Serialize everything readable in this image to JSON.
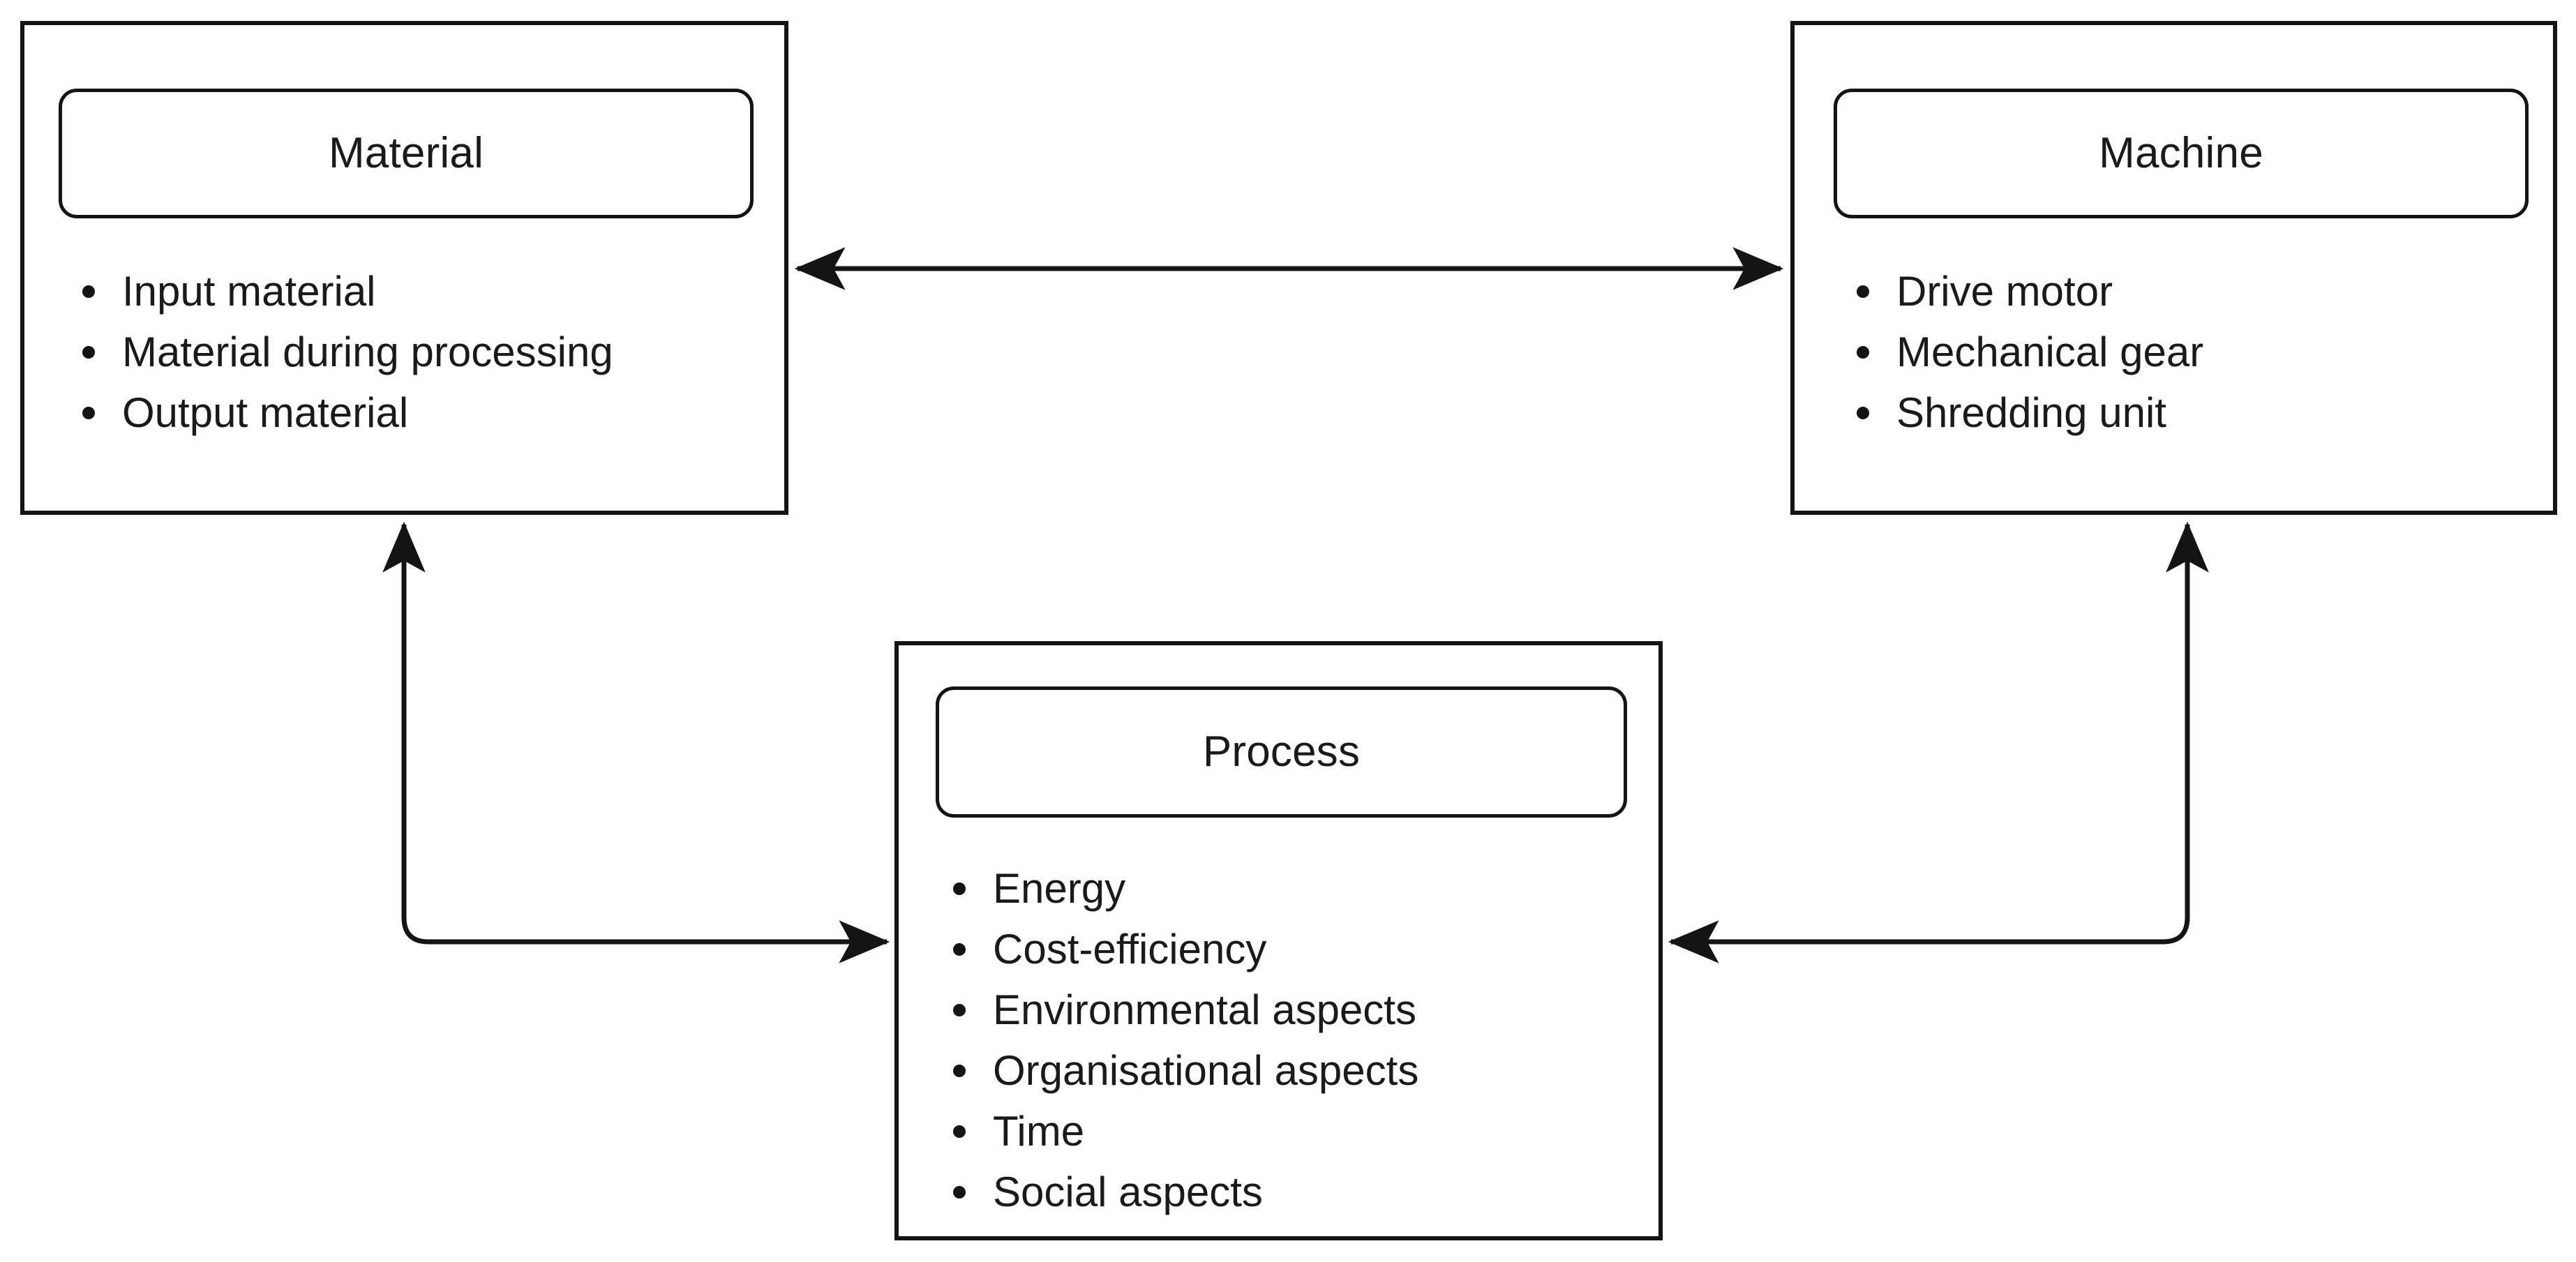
{
  "diagram": {
    "type": "relationship-diagram",
    "background_color": "#ffffff",
    "line_color": "#141414",
    "text_color": "#1a1a1a",
    "nodes": [
      {
        "id": "material",
        "title": "Material",
        "items": [
          "Input material",
          "Material during processing",
          "Output material"
        ]
      },
      {
        "id": "machine",
        "title": "Machine",
        "items": [
          "Drive motor",
          "Mechanical gear",
          "Shredding unit"
        ]
      },
      {
        "id": "process",
        "title": "Process",
        "items": [
          "Energy",
          "Cost-efficiency",
          "Environmental aspects",
          "Organisational aspects",
          "Time",
          "Social aspects"
        ]
      }
    ],
    "connectors": [
      {
        "id": "material-machine",
        "from": "material",
        "to": "machine",
        "style": "straight-horizontal",
        "arrowheads": "both"
      },
      {
        "id": "process-material",
        "from": "process",
        "to": "material",
        "style": "elbow-rounded",
        "arrowheads": "both"
      },
      {
        "id": "machine-process",
        "from": "machine",
        "to": "process",
        "style": "elbow-rounded",
        "arrowheads": "both"
      }
    ]
  }
}
